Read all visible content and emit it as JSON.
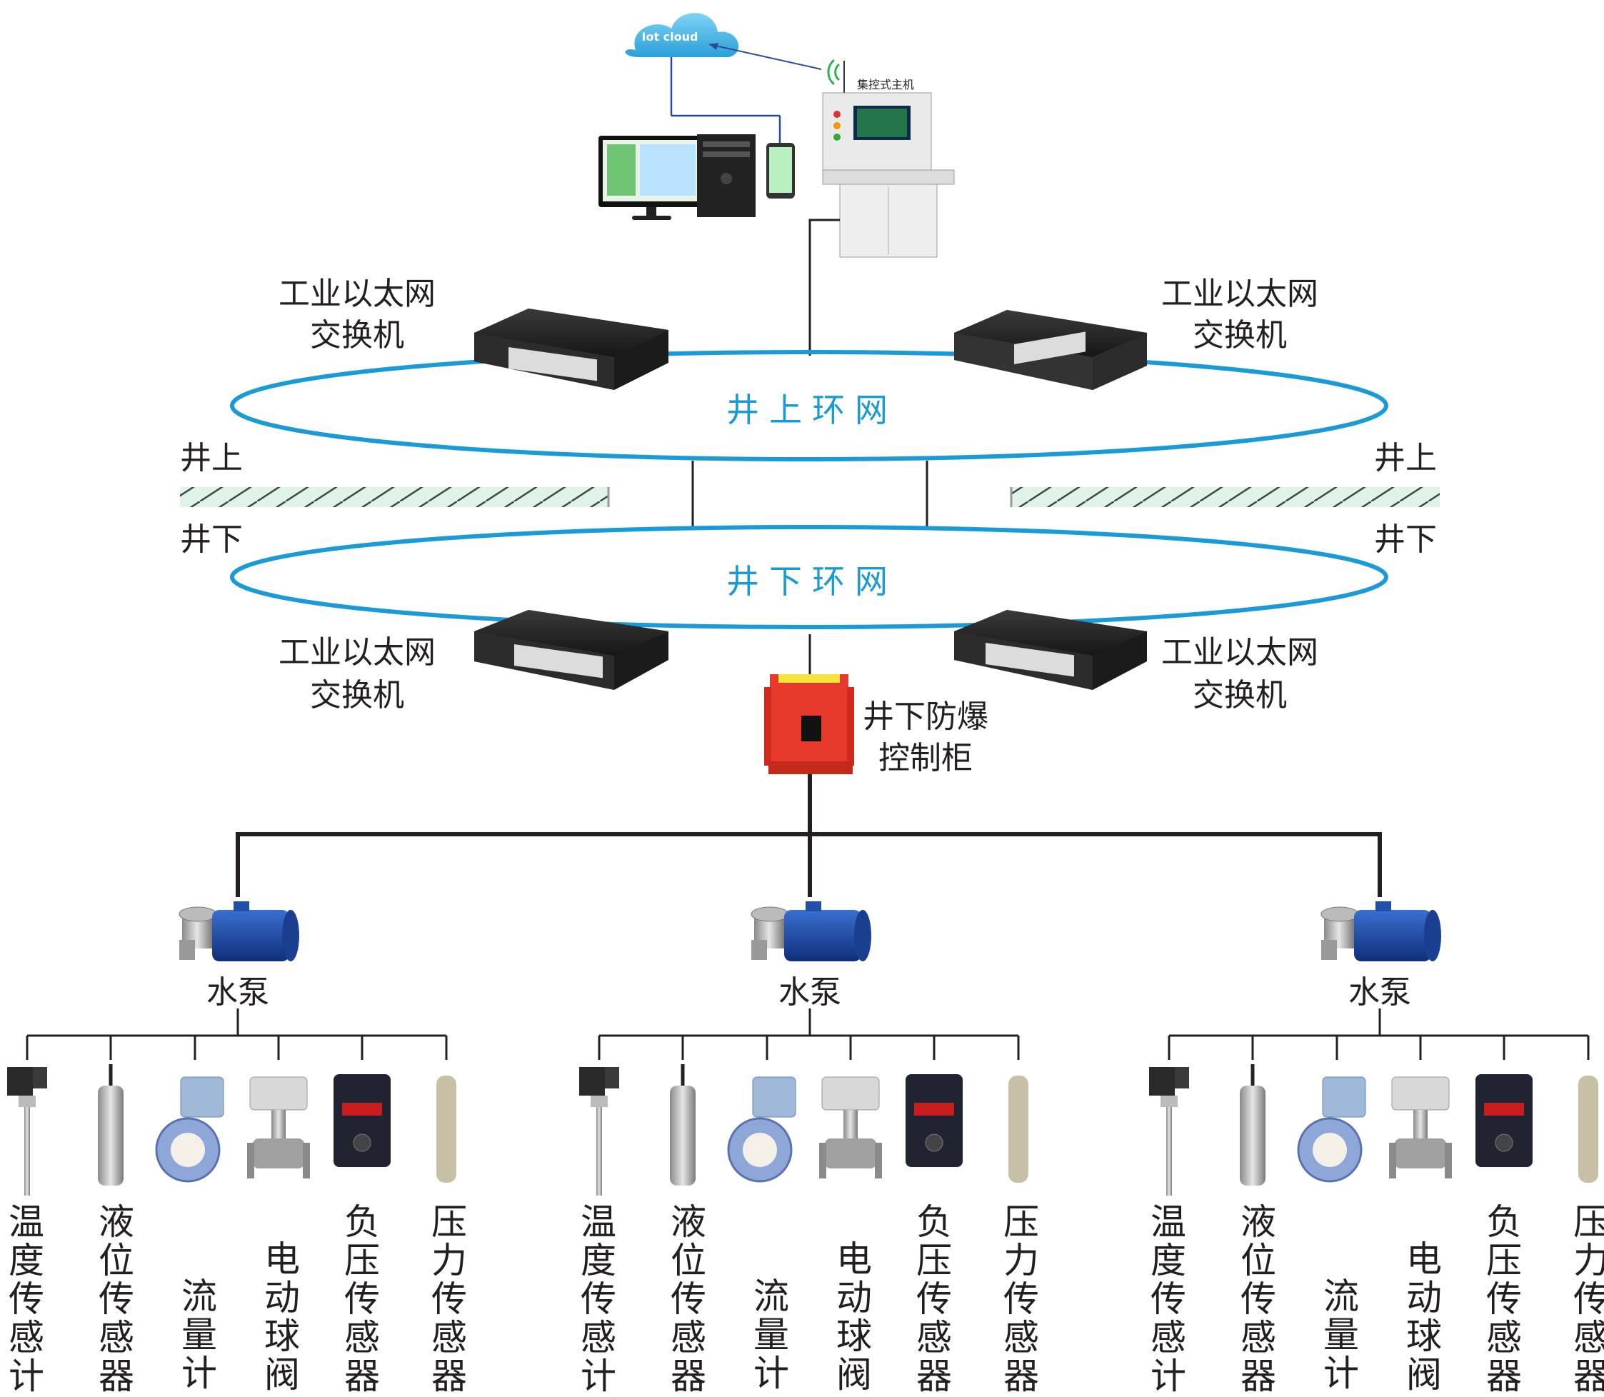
{
  "cloud_label": "Iot cloud",
  "host_label": "集控式主机",
  "switch_label_line1": "工业以太网",
  "switch_label_line2": "交换机",
  "upper_ring_label": "井上环网",
  "lower_ring_label": "井下环网",
  "above_ground": "井上",
  "below_ground": "井下",
  "cabinet_line1": "井下防爆",
  "cabinet_line2": "控制柜",
  "pump_label": "水泵",
  "sensor_labels": [
    "温度传感计",
    "液位传感器",
    "流量计",
    "电动球阀",
    "负压传感器",
    "压力传感器"
  ]
}
